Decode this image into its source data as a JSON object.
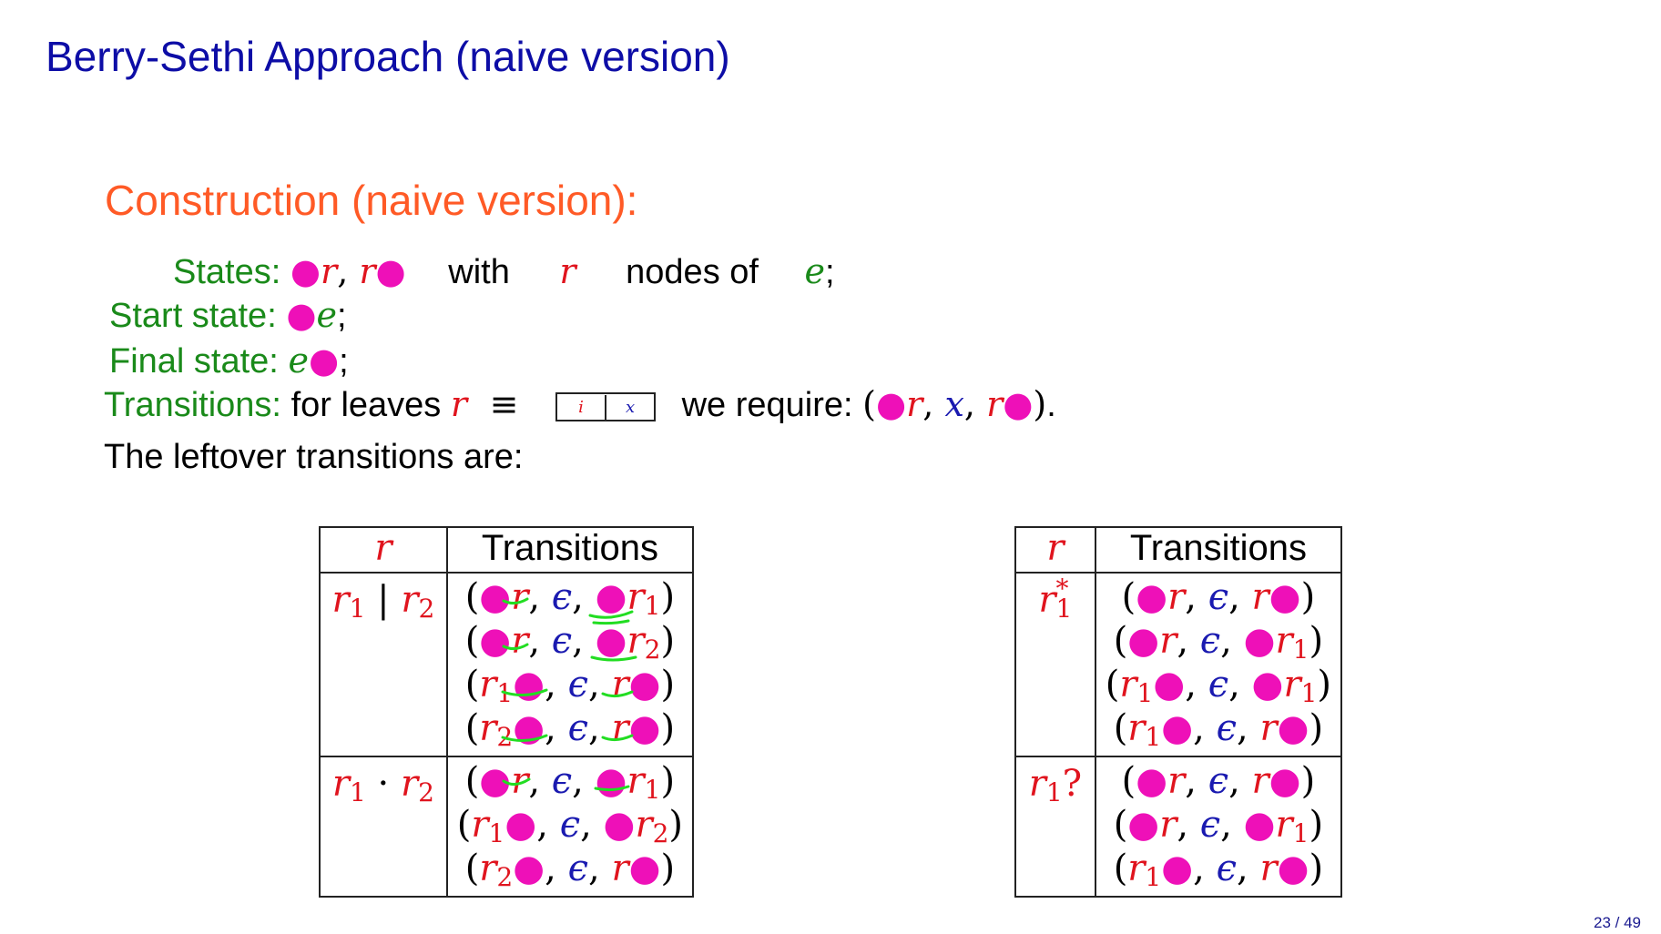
{
  "slide": {
    "title": "Berry-Sethi Approach (naive version)",
    "subtitle": "Construction (naive version):",
    "states_label": "States:",
    "with_word": "with",
    "nodes_of": "nodes of",
    "start_label": "Start state:",
    "final_label": "Final state:",
    "transitions_label": "Transitions:",
    "for_leaves": "for leaves",
    "we_require": "we require:",
    "leaf_box_i": "i",
    "leaf_box_x": "x",
    "leftover": "The leftover transitions are:",
    "page_number": "23 / 49"
  },
  "table_left": {
    "header_r": "r",
    "header_transitions": "Transitions",
    "rows": [
      {
        "r": "r1 | r2",
        "transitions": [
          "(•r, ϵ, •r1)",
          "(•r, ϵ, •r2)",
          "(r1•, ϵ, r•)",
          "(r2•, ϵ, r•)"
        ]
      },
      {
        "r": "r1 · r2",
        "transitions": [
          "(•r, ϵ, •r1)",
          "(r1•, ϵ, •r2)",
          "(r2•, ϵ, r•)"
        ]
      }
    ]
  },
  "table_right": {
    "header_r": "r",
    "header_transitions": "Transitions",
    "rows": [
      {
        "r": "r1*",
        "transitions": [
          "(•r, ϵ, r•)",
          "(•r, ϵ, •r1)",
          "(r1•, ϵ, •r1)",
          "(r1•, ϵ, r•)"
        ]
      },
      {
        "r": "r1?",
        "transitions": [
          "(•r, ϵ, r•)",
          "(•r, ϵ, •r1)",
          "(r1•, ϵ, r•)"
        ]
      }
    ]
  },
  "colors": {
    "title": "#0d0da6",
    "subtitle": "#ff5a26",
    "label_green": "#1a8a1a",
    "node_red": "#e0141e",
    "dot_magenta": "#ee10b8",
    "epsilon_blue": "#1a1ab0"
  }
}
